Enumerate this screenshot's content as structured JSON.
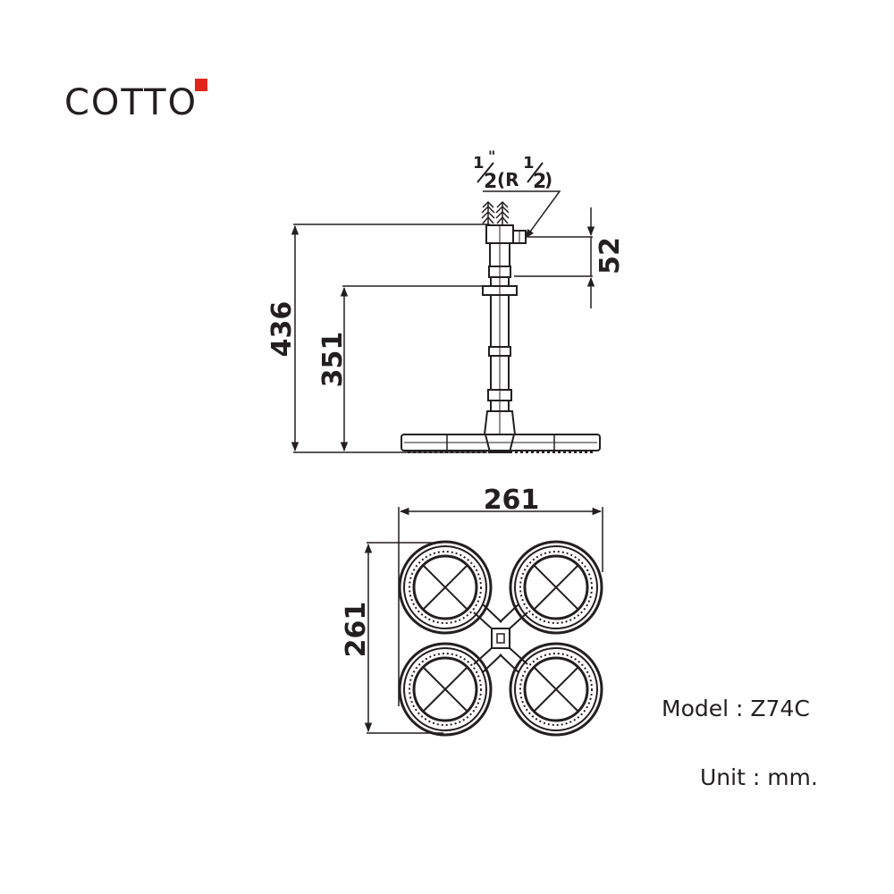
{
  "brand": {
    "name": "COTTO",
    "accent_color": "#e2231a",
    "text_color": "#231f20"
  },
  "side_view": {
    "thread_label_num": "1",
    "thread_label_mark": "\"",
    "thread_label_den": "2",
    "thread_label_paren_open": "(R",
    "thread_label_paren_num": "1",
    "thread_label_paren_den": "2",
    "thread_label_paren_close": ")",
    "dim_total_height": "436",
    "dim_arm_height": "351",
    "dim_inlet_offset": "52"
  },
  "top_view": {
    "dim_width": "261",
    "dim_depth": "261"
  },
  "model_text": "Model : Z74C",
  "unit_text": "Unit : mm."
}
